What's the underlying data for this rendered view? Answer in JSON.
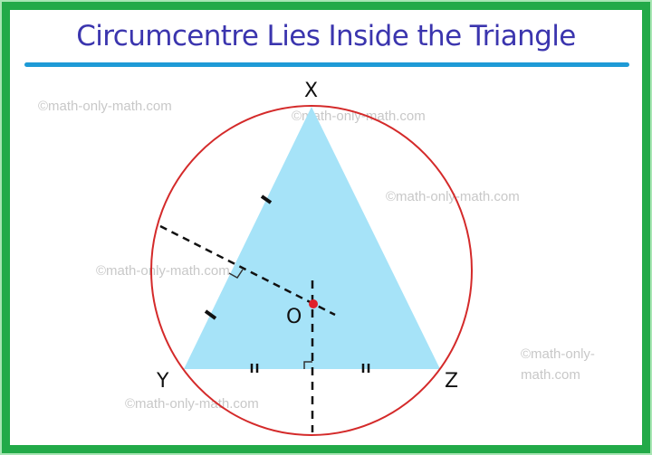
{
  "title": "Circumcentre Lies Inside the Triangle",
  "colors": {
    "outer_border": "#22aa48",
    "title": "#3b35ae",
    "underline": "#1e9ad6",
    "triangle_fill": "#a6e3f8",
    "circle": "#d42a2a",
    "circumcentre": "#e0202a"
  },
  "diagram": {
    "vertices": {
      "X": "X",
      "Y": "Y",
      "Z": "Z"
    },
    "circumcentre_label": "O",
    "watermarks": [
      "©math-only-math.com",
      "©math-only-math.com",
      "©math-only-math.com",
      "©math-only-math.com",
      "©math-only-",
      "math.com",
      "©math-only-math.com"
    ]
  }
}
